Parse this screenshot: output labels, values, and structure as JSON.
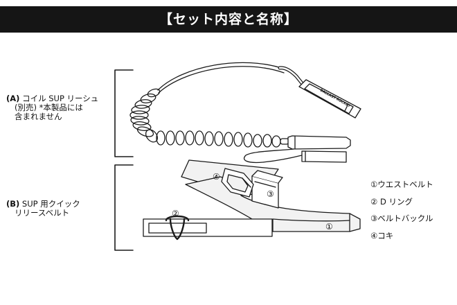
{
  "header": {
    "title": "【セット内容と名称】"
  },
  "sections": [
    {
      "tag": "(A)",
      "line1": " コイル SUP リーシュ",
      "line2": "(別売) *本製品には",
      "line3": "含まれません"
    },
    {
      "tag": "(B)",
      "line1": " SUP 用クイック",
      "line2": "リリースベルト"
    }
  ],
  "callouts": [
    "①",
    "②",
    "③",
    "④"
  ],
  "parts": [
    "①ウエストベルト",
    "② D リング",
    "③ベルトバックル",
    "④コキ"
  ],
  "leash_brand": "BALLAST ROCKET",
  "colors": {
    "header_bg": "#151515",
    "line": "#1a1a1a",
    "band": "#f2f2f2",
    "text": "#111111"
  }
}
